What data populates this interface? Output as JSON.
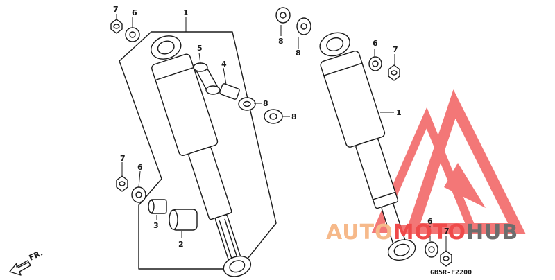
{
  "diagram": {
    "code": "GB5R-F2200",
    "direction_label": "FR.",
    "left_assembly": {
      "callouts": {
        "c1": "1",
        "c2": "2",
        "c3": "3",
        "c4": "4",
        "c5": "5",
        "c6a": "6",
        "c6b": "6",
        "c7a": "7",
        "c7b": "7",
        "c8a": "8",
        "c8b": "8"
      }
    },
    "right_assembly": {
      "callouts": {
        "c1": "1",
        "c6a": "6",
        "c6b": "6",
        "c7a": "7",
        "c7b": "7",
        "c8a": "8",
        "c8b": "8"
      }
    }
  },
  "watermark": {
    "part1": "AUTO",
    "part2": "MOTO",
    "part3": "HUB",
    "color_light": "#f6b98a",
    "color_red": "#ef4a4a",
    "color_dark": "#6d6d6d"
  }
}
